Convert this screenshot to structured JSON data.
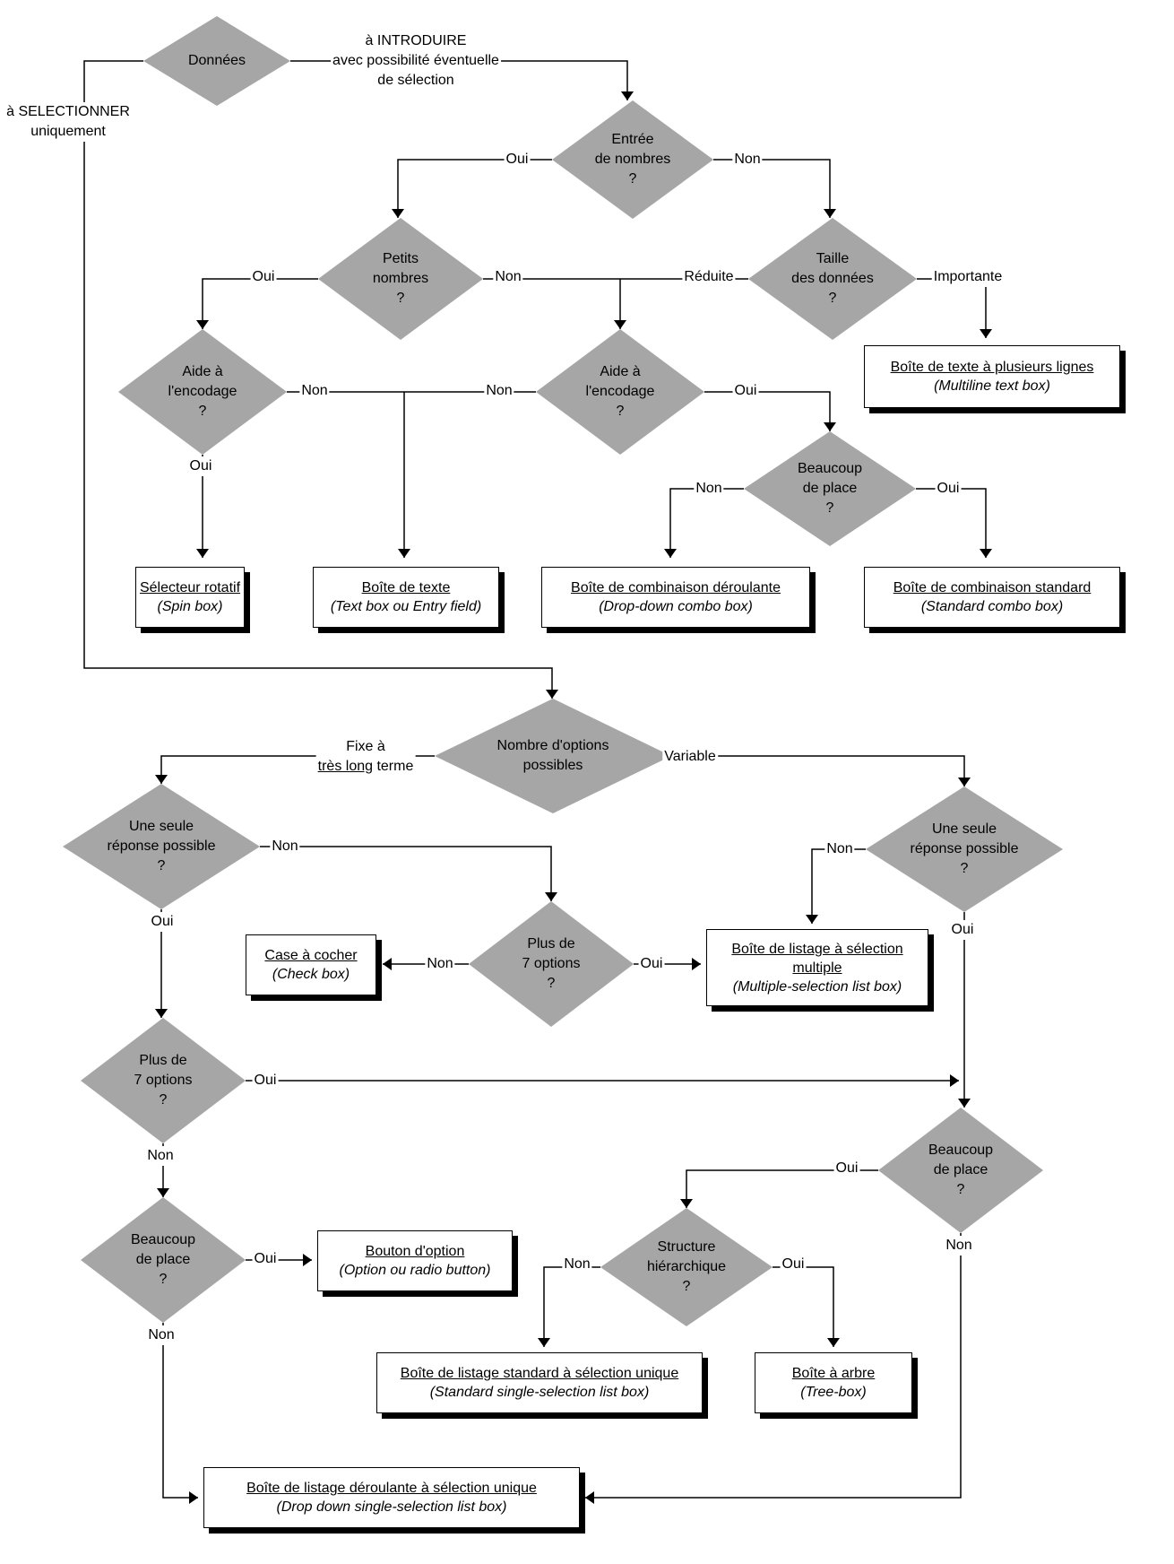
{
  "colors": {
    "diamond_fill": "#a6a6a6",
    "line": "#000000",
    "box_fill": "#ffffff"
  },
  "decisions": {
    "donnees": [
      "Données"
    ],
    "entree": [
      "Entrée",
      "de nombres",
      "?"
    ],
    "petits": [
      "Petits",
      "nombres",
      "?"
    ],
    "taille": [
      "Taille",
      "des données",
      "?"
    ],
    "aide1": [
      "Aide à",
      "l'encodage",
      "?"
    ],
    "aide2": [
      "Aide à",
      "l'encodage",
      "?"
    ],
    "beaucoup1": [
      "Beaucoup",
      "de place",
      "?"
    ],
    "nombre_options": [
      "Nombre d'options",
      "possibles"
    ],
    "seule1": [
      "Une seule",
      "réponse possible",
      "?"
    ],
    "seule2": [
      "Une seule",
      "réponse possible",
      "?"
    ],
    "plus7a": [
      "Plus de",
      "7 options",
      "?"
    ],
    "plus7b": [
      "Plus de",
      "7 options",
      "?"
    ],
    "beaucoup2": [
      "Beaucoup",
      "de place",
      "?"
    ],
    "beaucoup3": [
      "Beaucoup",
      "de place",
      "?"
    ],
    "structure": [
      "Structure",
      "hiérarchique",
      "?"
    ]
  },
  "results": {
    "multiline": {
      "title": [
        "Boîte de texte à plusieurs lignes"
      ],
      "sub": "(Multiline text box)"
    },
    "spin": {
      "title": [
        "Sélecteur rotatif"
      ],
      "sub": "(Spin box)"
    },
    "textbox": {
      "title": [
        "Boîte de texte"
      ],
      "sub": "(Text box ou Entry field)"
    },
    "dropcombo": {
      "title": [
        "Boîte de combinaison déroulante"
      ],
      "sub": "(Drop-down combo box)"
    },
    "stdcombo": {
      "title": [
        "Boîte de combinaison standard"
      ],
      "sub": "(Standard combo box)"
    },
    "checkbox": {
      "title": [
        "Case à cocher"
      ],
      "sub": "(Check box)"
    },
    "multilist": {
      "title": [
        "Boîte de listage à sélection",
        "multiple"
      ],
      "sub": "(Multiple-selection list box)"
    },
    "radio": {
      "title": [
        "Bouton d'option"
      ],
      "sub": "(Option ou radio button)"
    },
    "stdlist": {
      "title": [
        "Boîte de listage standard à sélection unique"
      ],
      "sub": "(Standard single-selection list box)"
    },
    "tree": {
      "title": [
        "Boîte à arbre"
      ],
      "sub": "(Tree-box)"
    },
    "droplist": {
      "title": [
        "Boîte de listage déroulante à sélection unique"
      ],
      "sub": "(Drop down single-selection list box)"
    }
  },
  "labels": {
    "introduire": [
      "à INTRODUIRE",
      "avec possibilité éventuelle",
      "de sélection"
    ],
    "selectionner": [
      "à SELECTIONNER",
      "uniquement"
    ],
    "oui": "Oui",
    "non": "Non",
    "reduite": "Réduite",
    "importante": "Importante",
    "fixe_a": "Fixe à ",
    "tres_long": "très long",
    "terme": " terme",
    "variable": "Variable"
  }
}
